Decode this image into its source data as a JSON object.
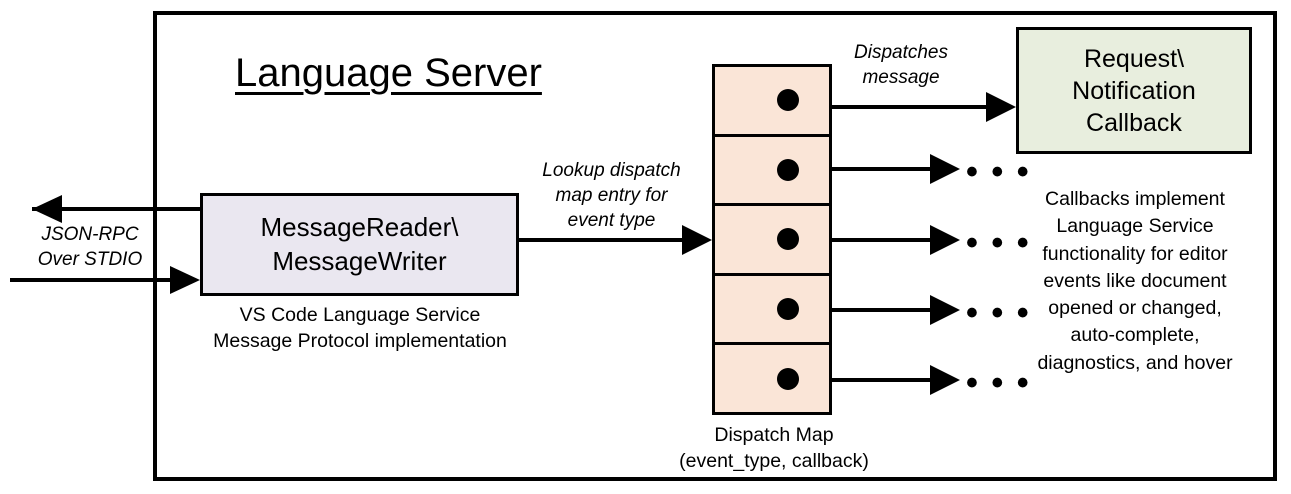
{
  "diagram": {
    "title": "Language Server",
    "outer_container_label": "Language Server"
  },
  "message_io": {
    "protocol_label": "JSON-RPC\nOver STDIO",
    "outbound_arrow": "arrow-left-out",
    "inbound_arrow": "arrow-right-in"
  },
  "message_component": {
    "title": "MessageReader\\\nMessageWriter",
    "caption": "VS Code Language Service\nMessage Protocol implementation",
    "fill_color": "#EAE7F0"
  },
  "lookup": {
    "label": "Lookup dispatch\nmap entry for\nevent type"
  },
  "dispatch_map": {
    "caption": "Dispatch Map\n(event_type, callback)",
    "fill_color": "#FAE5D7",
    "rows": [
      {
        "index": 1,
        "marker": "callback-dot"
      },
      {
        "index": 2,
        "marker": "callback-dot"
      },
      {
        "index": 3,
        "marker": "callback-dot"
      },
      {
        "index": 4,
        "marker": "callback-dot"
      },
      {
        "index": 5,
        "marker": "callback-dot"
      }
    ]
  },
  "dispatch": {
    "label": "Dispatches\nmessage"
  },
  "callback": {
    "title": "Request\\\nNotification\nCallback",
    "caption": "Callbacks implement\nLanguage Service\nfunctionality for editor\nevents like document\nopened or changed,\nauto-complete,\ndiagnostics, and hover",
    "fill_color": "#E8EEDE"
  },
  "ellipses": [
    {
      "index": 1,
      "text": "• • •"
    },
    {
      "index": 2,
      "text": "• • •"
    },
    {
      "index": 3,
      "text": "• • •"
    },
    {
      "index": 4,
      "text": "• • •"
    }
  ]
}
